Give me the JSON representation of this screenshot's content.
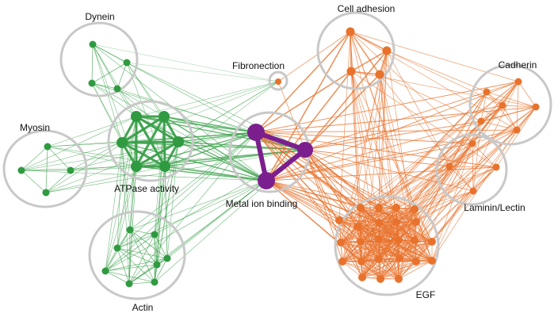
{
  "colors": {
    "green": "#2f9a40",
    "green_edge": "#3aa04a",
    "orange": "#e8722c",
    "orange_edge": "#e8722c",
    "purple": "#7b1f8e",
    "ring": "#c8c8c8"
  },
  "clusters": [
    {
      "id": "dynein",
      "label": "Dynein",
      "color": "green"
    },
    {
      "id": "myosin",
      "label": "Myosin",
      "color": "green"
    },
    {
      "id": "atpase",
      "label": "ATPase activity",
      "color": "green"
    },
    {
      "id": "actin",
      "label": "Actin",
      "color": "green"
    },
    {
      "id": "fibronectin",
      "label": "Fibronection",
      "color": "orange"
    },
    {
      "id": "metal",
      "label": "Metal ion binding",
      "color": "purple"
    },
    {
      "id": "celladhesion",
      "label": "Cell adhesion",
      "color": "orange"
    },
    {
      "id": "cadherin",
      "label": "Cadherin",
      "color": "orange"
    },
    {
      "id": "laminin",
      "label": "Laminin/Lectin",
      "color": "orange"
    },
    {
      "id": "egf",
      "label": "EGF",
      "color": "orange"
    }
  ]
}
